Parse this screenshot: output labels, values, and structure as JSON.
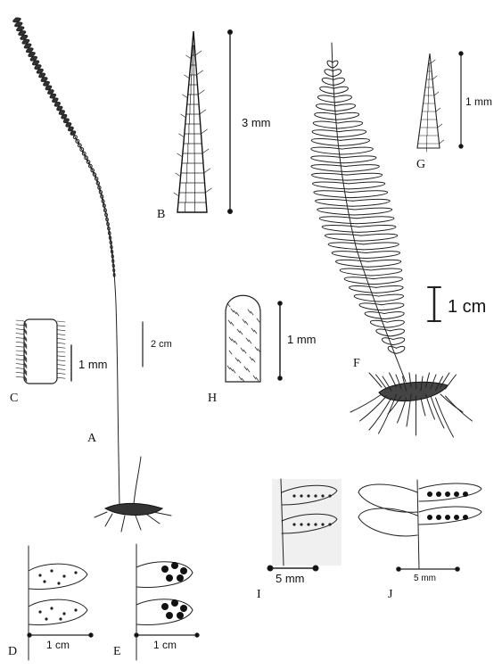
{
  "panels": {
    "a": {
      "letter": "A",
      "scale": "2 cm"
    },
    "b": {
      "letter": "B",
      "scale": "3 mm"
    },
    "c": {
      "letter": "C",
      "scale": "1 mm"
    },
    "d": {
      "letter": "D",
      "scale": "1 cm"
    },
    "e": {
      "letter": "E",
      "scale": "1 cm"
    },
    "f": {
      "letter": "F",
      "scale": "1 cm"
    },
    "g": {
      "letter": "G",
      "scale": "1 mm"
    },
    "h": {
      "letter": "H",
      "scale": "1 mm"
    },
    "i": {
      "letter": "I",
      "scale": "5 mm"
    },
    "j": {
      "letter": "J",
      "scale": "5 mm"
    }
  }
}
